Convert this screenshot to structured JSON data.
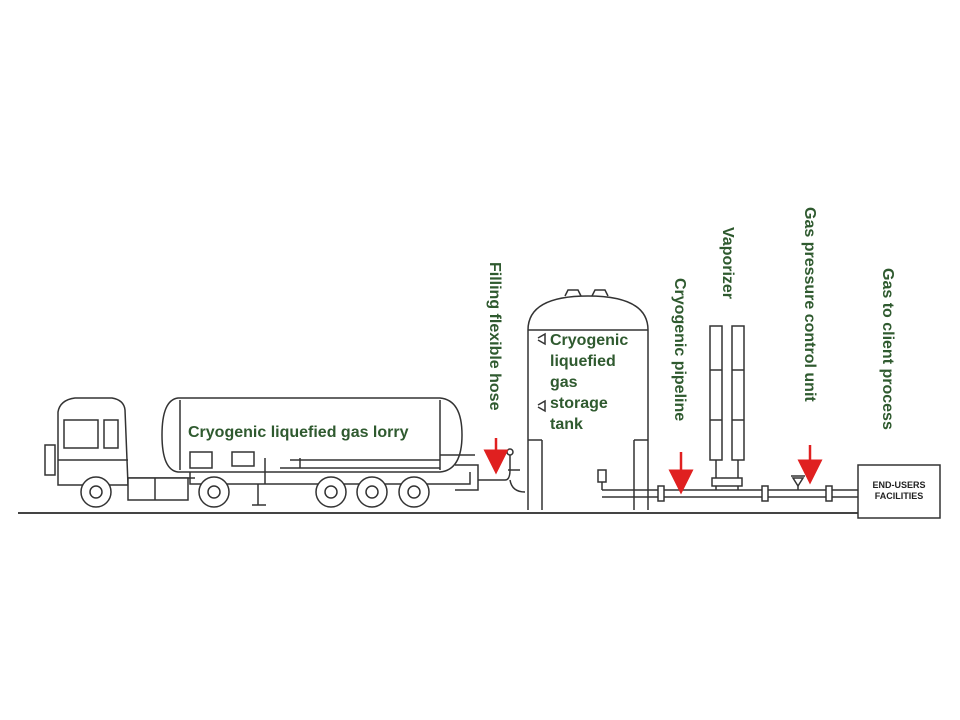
{
  "labels": {
    "lorry": "Cryogenic liquefied gas lorry",
    "hose": "Filling flexible hose",
    "tank_lines": [
      "Cryogenic",
      "liquefied",
      "gas",
      "storage",
      "tank"
    ],
    "pipeline": "Cryogenic pipeline",
    "vaporizer": "Vaporizer",
    "pressure_unit": "Gas pressure control unit",
    "client": "Gas to client process"
  },
  "facility": {
    "line1": "END-USERS",
    "line2": "FACILITIES"
  },
  "colors": {
    "label": "#2f5a2f",
    "arrow": "#e02020",
    "stroke": "#333333"
  }
}
